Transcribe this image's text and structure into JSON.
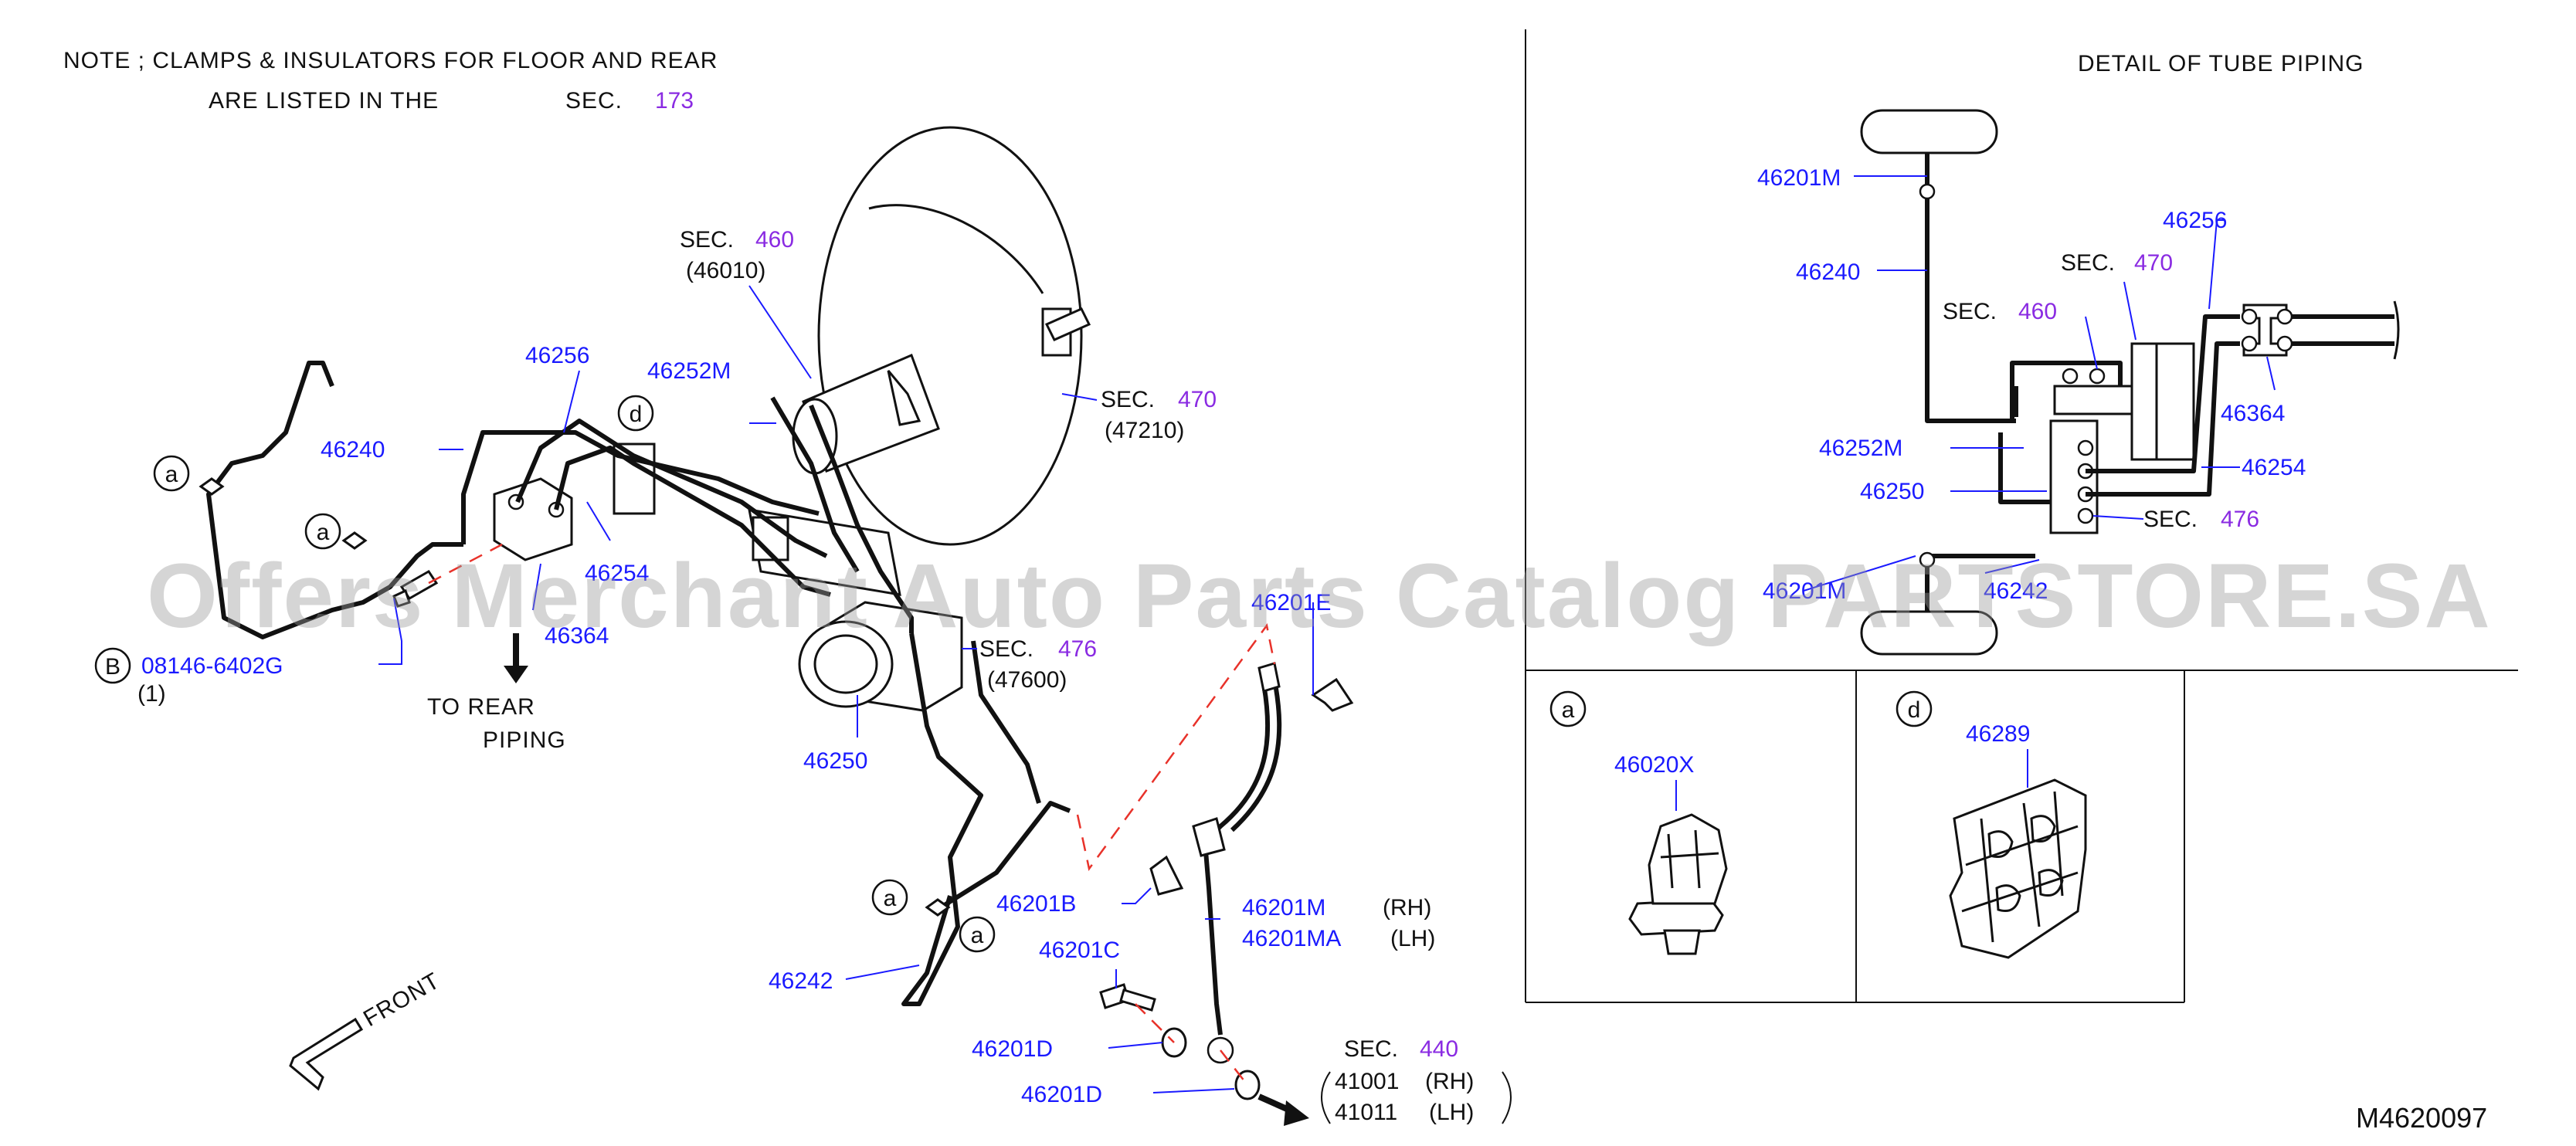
{
  "note": {
    "line1": "NOTE ; CLAMPS & INSULATORS FOR FLOOR AND REAR",
    "line2": "ARE LISTED IN THE",
    "sec_prefix": "SEC.",
    "sec_ref": "173"
  },
  "detail_title": "DETAIL OF TUBE PIPING",
  "drawing_number": "M4620097",
  "watermark": "Offers Merchant Auto Parts Catalog PARTSTORE.SA",
  "colors": {
    "part_number": "#1a1aff",
    "section_ref": "#8a2be2",
    "text": "#111111",
    "hidden_line": "#e8322a"
  },
  "main": {
    "sec_460": {
      "prefix": "SEC.",
      "ref": "460",
      "sub": "(46010)"
    },
    "sec_470": {
      "prefix": "SEC.",
      "ref": "470",
      "sub": "(47210)"
    },
    "sec_476": {
      "prefix": "SEC.",
      "ref": "476",
      "sub": "(47600)"
    },
    "sec_440": {
      "prefix": "SEC.",
      "ref": "440"
    },
    "p_46256": "46256",
    "p_46252M": "46252M",
    "p_46240": "46240",
    "p_46254": "46254",
    "p_46364": "46364",
    "p_46250": "46250",
    "p_46201E": "46201E",
    "p_46201B": "46201B",
    "p_46201M": "46201M",
    "p_46201MA": "46201MA",
    "rh": "(RH)",
    "lh": "(LH)",
    "p_46201C": "46201C",
    "p_46201D_1": "46201D",
    "p_46201D_2": "46201D",
    "p_46242": "46242",
    "p_41001": "41001",
    "p_41011": "41011",
    "bolt_callout": "B",
    "bolt_number": "08146-6402G",
    "bolt_qty": "(1)",
    "to_rear_1": "TO REAR",
    "to_rear_2": "PIPING",
    "front": "FRONT",
    "callout_a": "a",
    "callout_d": "d"
  },
  "detail": {
    "p_46201M": "46201M",
    "p_46240": "46240",
    "p_46256": "46256",
    "sec_470": {
      "prefix": "SEC.",
      "ref": "470"
    },
    "sec_460": {
      "prefix": "SEC.",
      "ref": "460"
    },
    "p_46364": "46364",
    "p_46252M": "46252M",
    "p_46254": "46254",
    "p_46250": "46250",
    "sec_476": {
      "prefix": "SEC.",
      "ref": "476"
    },
    "p_46201M_bottom": "46201M",
    "p_46242": "46242"
  },
  "insets": {
    "a": {
      "callout": "a",
      "part": "46020X"
    },
    "d": {
      "callout": "d",
      "part": "46289"
    }
  }
}
